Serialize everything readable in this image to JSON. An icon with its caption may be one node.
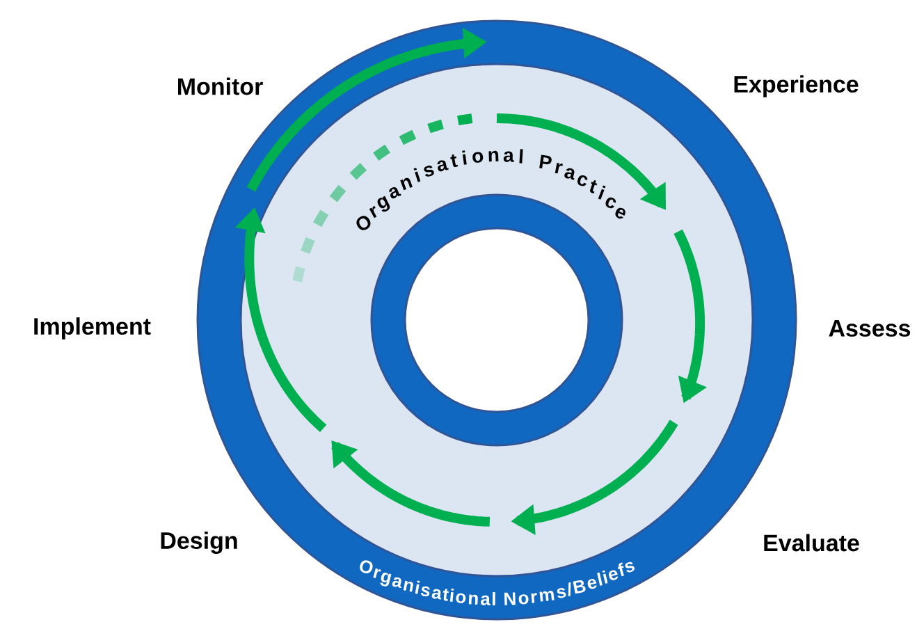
{
  "diagram": {
    "nodes": [
      {
        "text": [
          "Organisational Norms/Beliefs"
        ]
      },
      {
        "text": [
          "Organisational Practice"
        ],
        "in": 0
      },
      {
        "text": [],
        "shape": "circle",
        "in": 1
      }
    ],
    "labels": [
      "Monitor",
      "Experience",
      "Implement",
      "Assess",
      "Design",
      "Evaluate"
    ]
  }
}
